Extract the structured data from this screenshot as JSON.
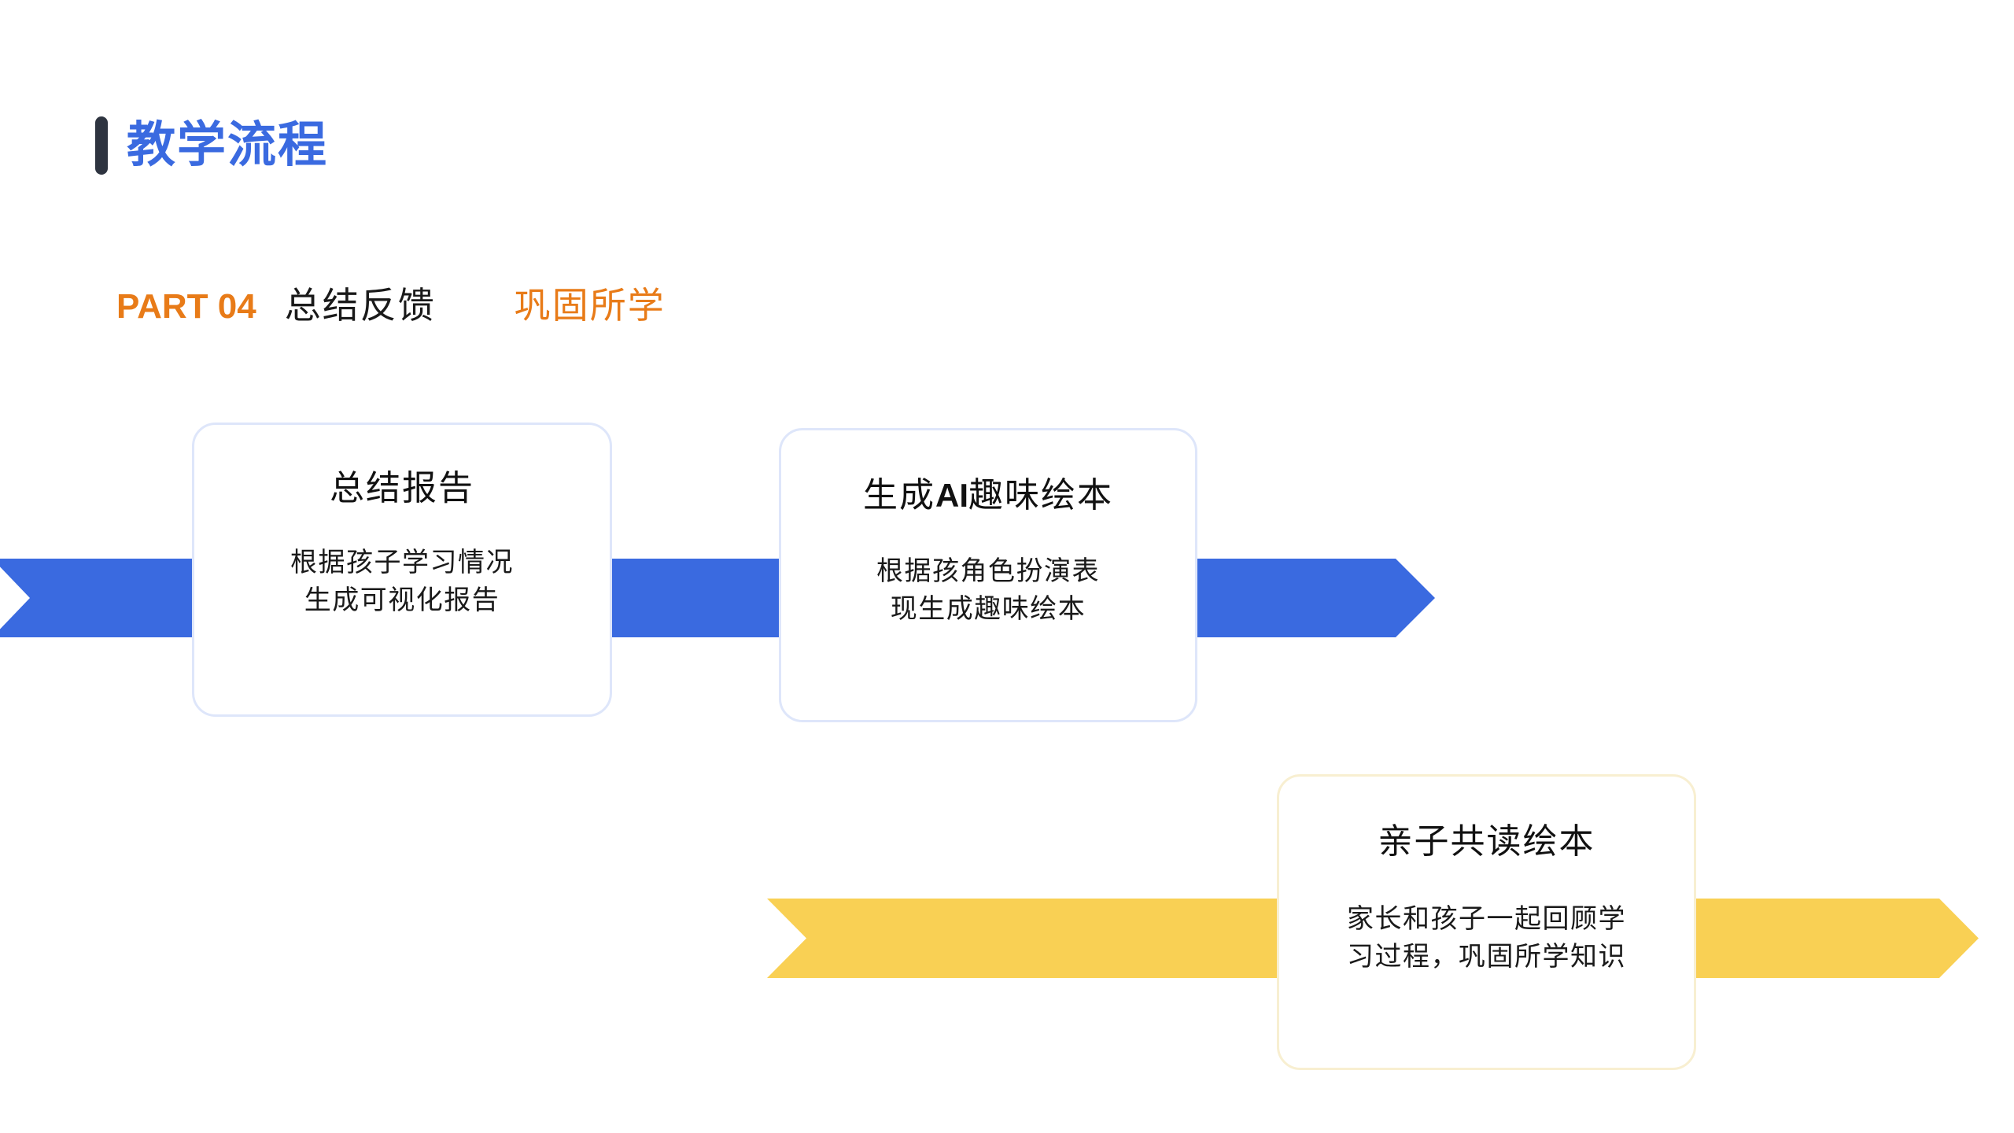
{
  "slide": {
    "background_color": "#FFFFFF",
    "title": "教学流程",
    "title_color": "#3A6AE0",
    "accent_bar_color": "#2E3440"
  },
  "subtitle": {
    "part_label": "PART 04",
    "part_label_color": "#E87B18",
    "heading_cn": "总结反馈",
    "heading_cn_color": "#1A1A1A",
    "accent_cn": "巩固所学",
    "accent_cn_color": "#E87B18"
  },
  "arrows": [
    {
      "name": "blue-arrow",
      "color": "#3A6AE0",
      "direction": "right"
    },
    {
      "name": "yellow-arrow",
      "color": "#F9D054",
      "direction": "right"
    }
  ],
  "cards": [
    {
      "title": "总结报告",
      "title_prefix": "",
      "title_bold_token": "",
      "title_suffix": "",
      "body_line_1": "根据孩子学习情况",
      "body_line_2": "生成可视化报告",
      "border_color": "#DEE6FA"
    },
    {
      "title": "生成AI趣味绘本",
      "title_prefix": "生成",
      "title_bold_token": "AI",
      "title_suffix": "趣味绘本",
      "body_line_1": "根据孩角色扮演表",
      "body_line_2": "现生成趣味绘本",
      "border_color": "#DEE6FA"
    },
    {
      "title": "亲子共读绘本",
      "title_prefix": "",
      "title_bold_token": "",
      "title_suffix": "",
      "body_line_1": "家长和孩子一起回顾学",
      "body_line_2": "习过程，巩固所学知识",
      "border_color": "#F8EFD1"
    }
  ]
}
